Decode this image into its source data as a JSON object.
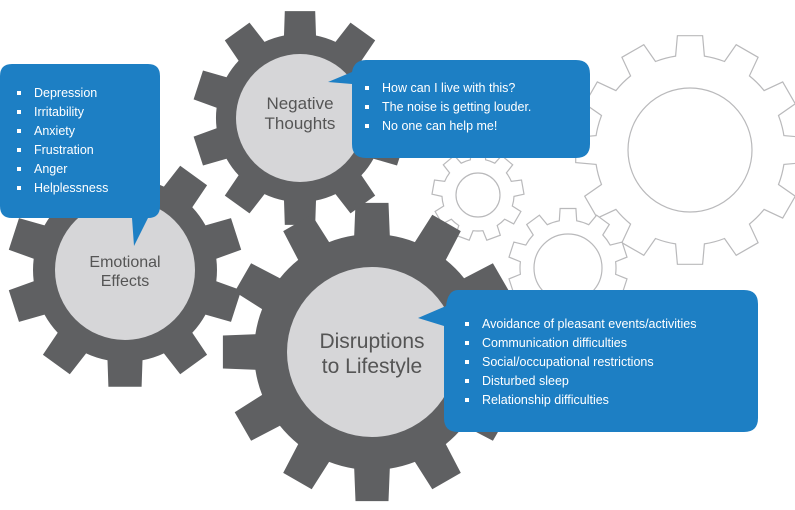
{
  "colors": {
    "gear_dark": "#5f6062",
    "gear_light": "#d6d6d8",
    "outline": "#b9b9bb",
    "bubble": "#1d7fc4",
    "text": "#555555"
  },
  "gears": {
    "negative": {
      "label": "Negative\nThoughts"
    },
    "emotional": {
      "label": "Emotional\nEffects"
    },
    "lifestyle": {
      "label": "Disruptions\nto Lifestyle"
    }
  },
  "bubbles": {
    "emotional": {
      "items": [
        "Depression",
        "Irritability",
        "Anxiety",
        "Frustration",
        "Anger",
        "Helplessness"
      ]
    },
    "negative": {
      "items": [
        "How can I live with this?",
        "The noise is getting louder.",
        "No one can help me!"
      ]
    },
    "lifestyle": {
      "items": [
        "Avoidance of pleasant events/activities",
        "Communication difficulties",
        "Social/occupational restrictions",
        "Disturbed sleep",
        "Relationship difficulties"
      ]
    }
  }
}
